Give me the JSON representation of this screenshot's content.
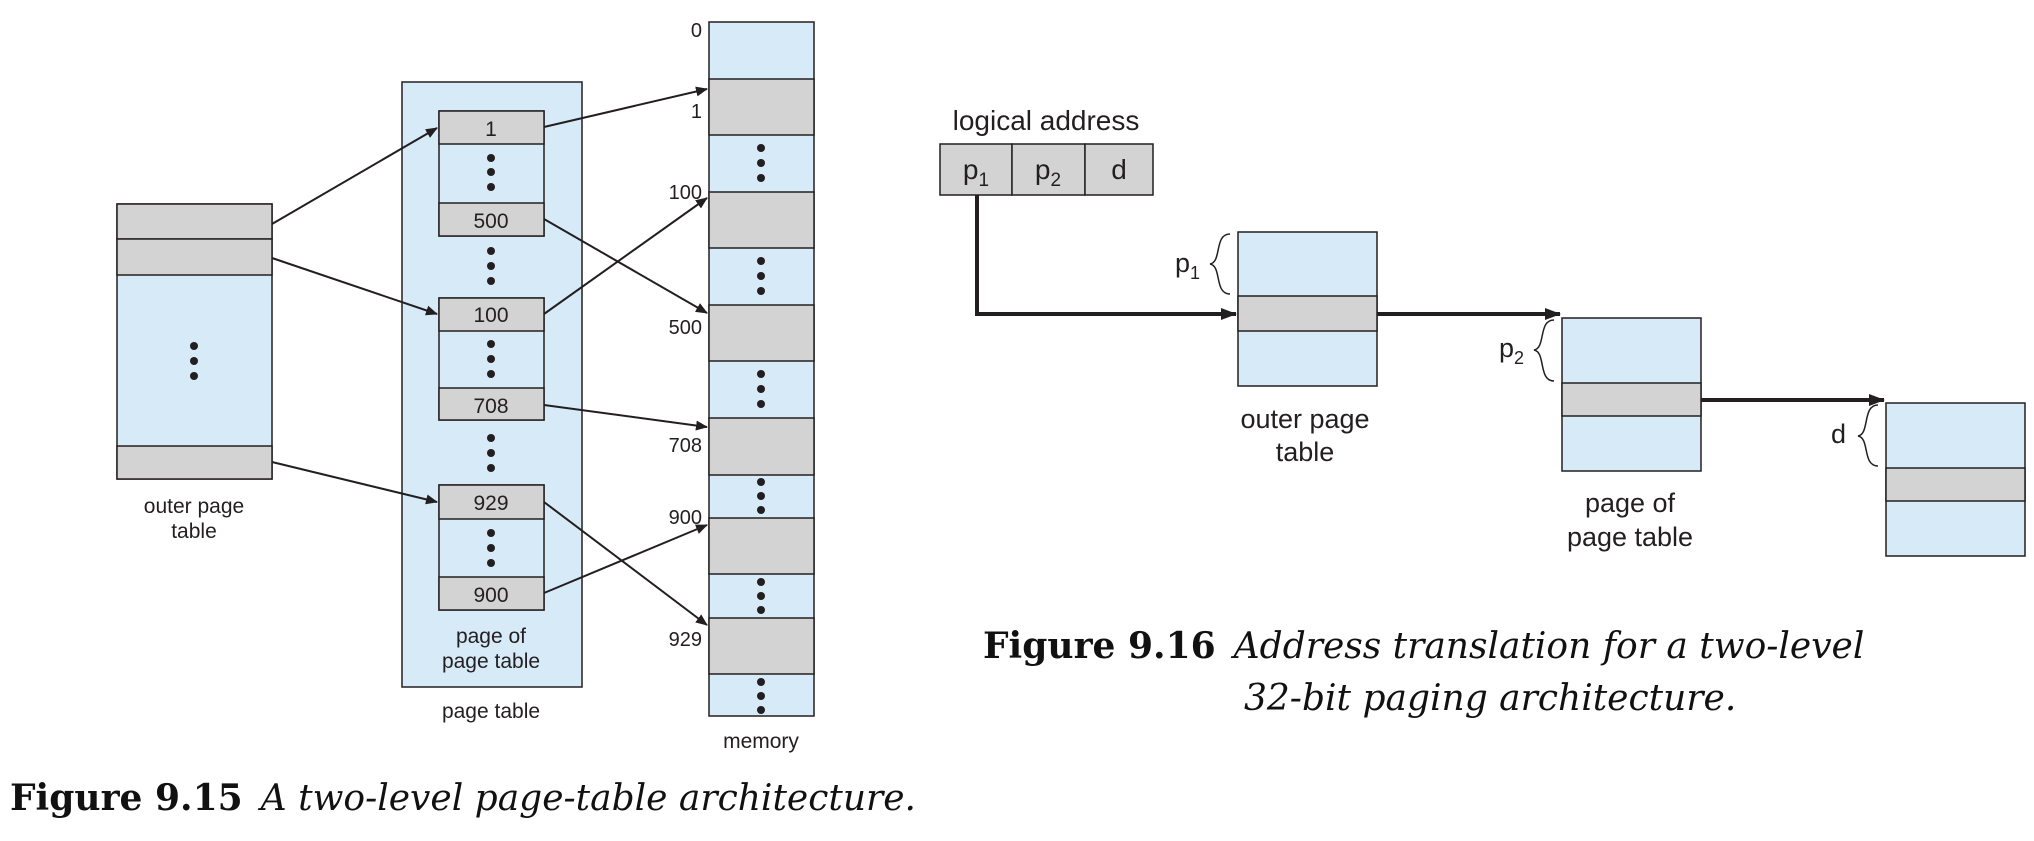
{
  "colors": {
    "light_blue": "#d6eaf8",
    "gray": "#d3d3d3",
    "stroke": "#231f20"
  },
  "fig15": {
    "outer_page_table_label_1": "outer page",
    "outer_page_table_label_2": "table",
    "page_of_page_table_label_1": "page of",
    "page_of_page_table_label_2": "page table",
    "page_table_label": "page table",
    "memory_label": "memory",
    "entries": [
      "1",
      "500",
      "100",
      "708",
      "929",
      "900"
    ],
    "memory_addresses": [
      "0",
      "1",
      "100",
      "500",
      "708",
      "900",
      "929"
    ],
    "caption_number": "Figure 9.15",
    "caption_text": "A two-level page-table architecture."
  },
  "fig16": {
    "logical_address_label": "logical address",
    "field_p1_base": "p",
    "field_p1_sub": "1",
    "field_p2_base": "p",
    "field_p2_sub": "2",
    "field_d": "d",
    "brace_p1_base": "p",
    "brace_p1_sub": "1",
    "brace_p2_base": "p",
    "brace_p2_sub": "2",
    "brace_d": "d",
    "outer_page_table_label_1": "outer page",
    "outer_page_table_label_2": "table",
    "page_of_page_table_label_1": "page of",
    "page_of_page_table_label_2": "page table",
    "caption_number": "Figure 9.16",
    "caption_line1": "Address translation for a two-level",
    "caption_line2": "32-bit paging architecture."
  }
}
